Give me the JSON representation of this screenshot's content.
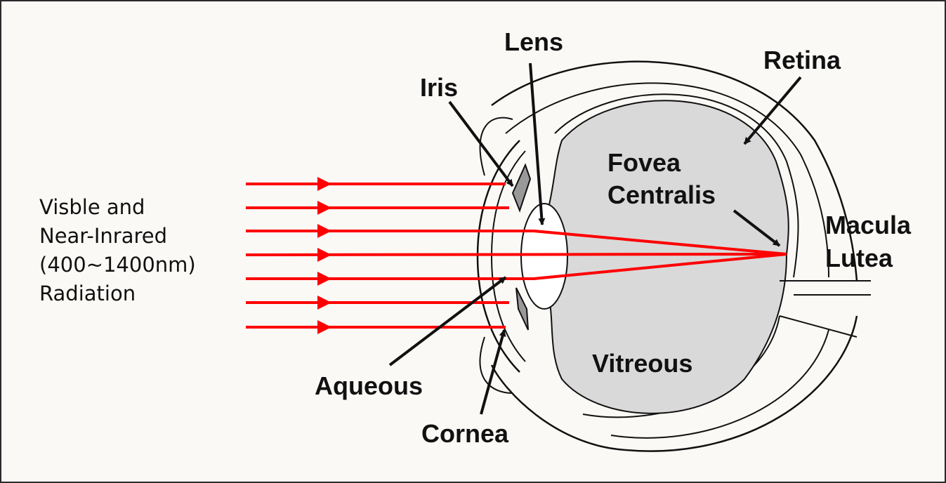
{
  "source_label": [
    "Visble and",
    "Near-Inrared",
    "(400~1400nm)",
    "Radiation"
  ],
  "labels": {
    "lens": "Lens",
    "iris": "Iris",
    "retina": "Retina",
    "fovea1": "Fovea",
    "fovea2": "Centralis",
    "macula1": "Macula",
    "macula2": "Lutea",
    "vitreous": "Vitreous",
    "aqueous": "Aqueous",
    "cornea": "Cornea"
  },
  "colors": {
    "ray": "#ff0000",
    "vitreous": "#d9d9d9",
    "background": "#faf9f6"
  }
}
